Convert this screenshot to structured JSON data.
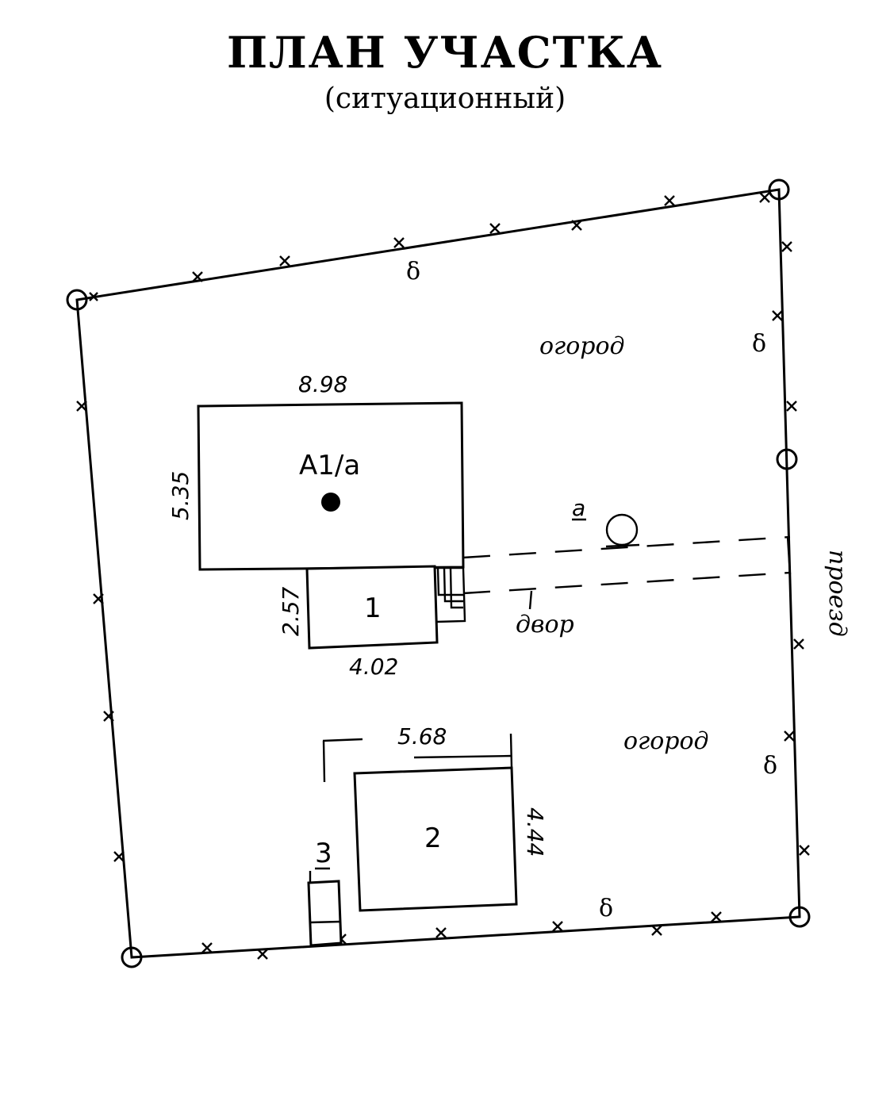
{
  "title": "ПЛАН УЧАСТКА",
  "subtitle": "(ситуационный)",
  "buildings": {
    "main": {
      "label": "А1/а",
      "width": "8.98",
      "depth": "5.35"
    },
    "annex1": {
      "label": "1",
      "depth": "2.57",
      "width": "4.02"
    },
    "building2": {
      "label": "2",
      "width": "5.68",
      "depth": "4.44"
    },
    "structure3": {
      "label": "3"
    }
  },
  "zones": {
    "garden_top": "огород",
    "garden_bottom": "огород",
    "yard": "двор",
    "driveway": "проезд"
  },
  "markers": {
    "a": "а",
    "fence_symbol": "δ"
  }
}
